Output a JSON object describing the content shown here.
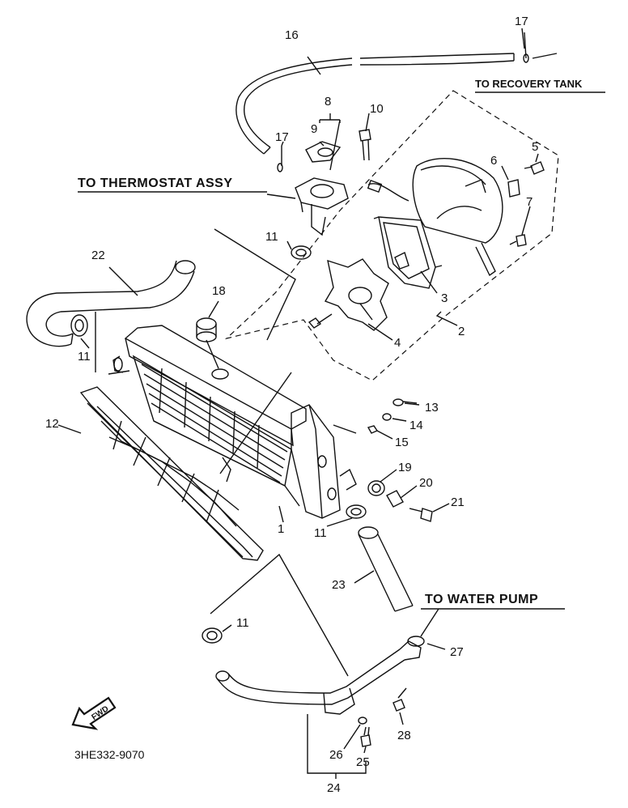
{
  "labels": {
    "recovery_tank": "TO RECOVERY TANK",
    "thermostat": "TO THERMOSTAT ASSY",
    "water_pump": "TO WATER PUMP",
    "fwd": "FWD",
    "drawing_code": "3HE332-9070"
  },
  "parts": {
    "p1": "1",
    "p2": "2",
    "p3": "3",
    "p4": "4",
    "p5": "5",
    "p6": "6",
    "p7": "7",
    "p8": "8",
    "p9": "9",
    "p10": "10",
    "p11a": "11",
    "p11b": "11",
    "p11c": "11",
    "p11d": "11",
    "p12": "12",
    "p13": "13",
    "p14": "14",
    "p15": "15",
    "p16": "16",
    "p17a": "17",
    "p17b": "17",
    "p18": "18",
    "p19": "19",
    "p20": "20",
    "p21": "21",
    "p22": "22",
    "p23": "23",
    "p24": "24",
    "p25": "25",
    "p26": "26",
    "p27": "27",
    "p28": "28"
  }
}
